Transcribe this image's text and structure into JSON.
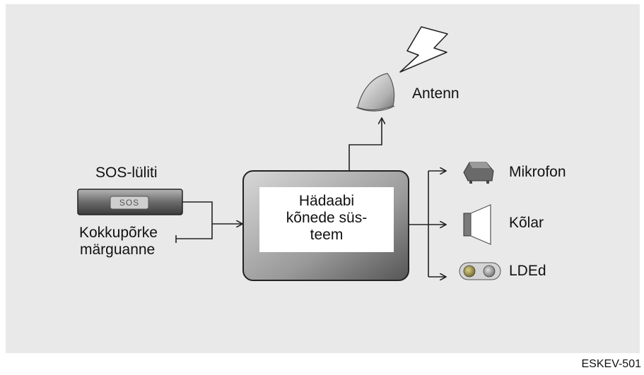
{
  "sos_switch": {
    "title": "SOS-lüliti",
    "button_text": "SOS",
    "crash_signal_line1": "Kokkupõrke",
    "crash_signal_line2": "märguanne"
  },
  "system_box": {
    "line1": "Hädaabi",
    "line2": "kõnede süs-",
    "line3": "teem"
  },
  "outputs": {
    "antenna": "Antenn",
    "microphone": "Mikrofon",
    "speaker": "Kõlar",
    "leds": "LDEd"
  },
  "figure_code": "ESKEV-501"
}
